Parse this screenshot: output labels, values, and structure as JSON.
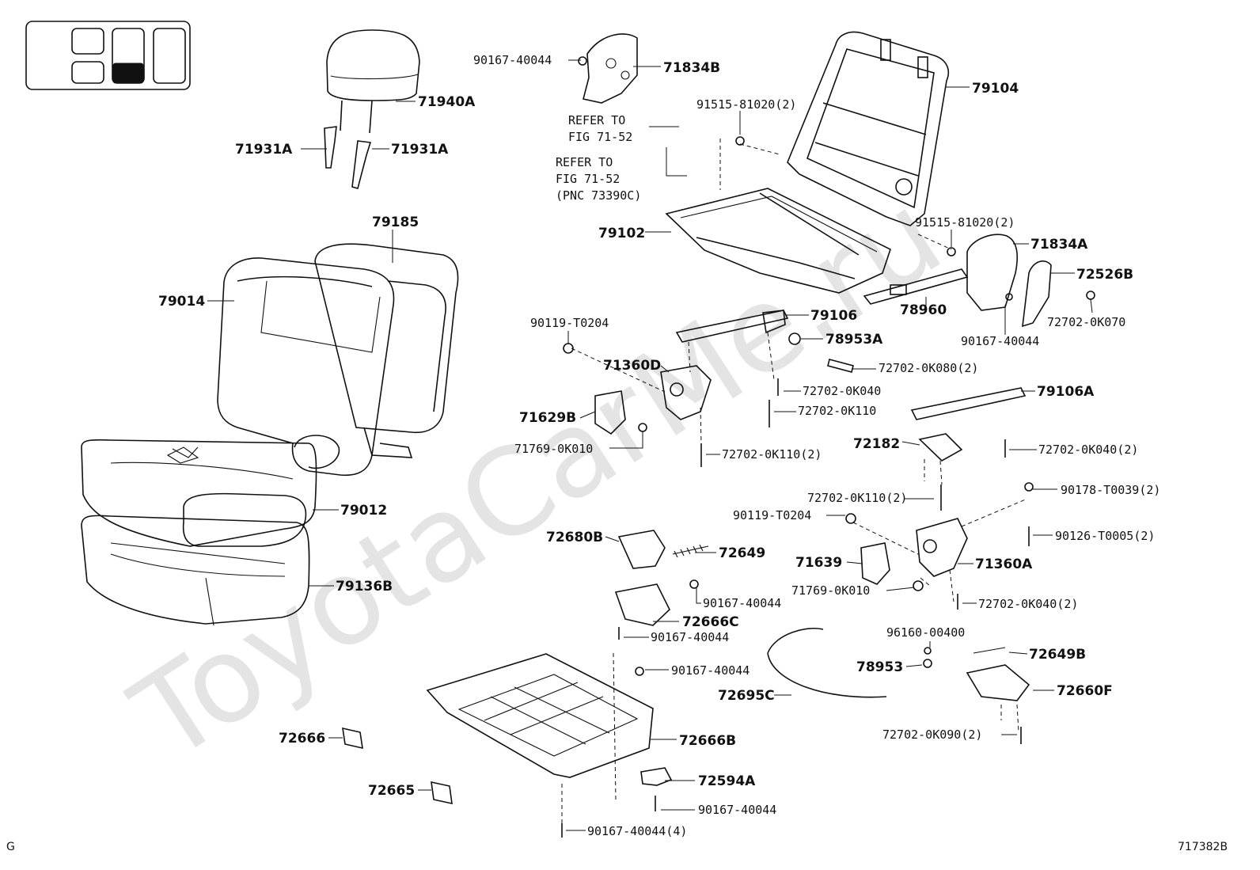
{
  "watermark": "ToyotaCarMe.ru",
  "diagram_code": "717382B",
  "corner_mark": "G",
  "locator_icon": "seat-position-indicator",
  "notes": {
    "refer1_line1": "REFER TO",
    "refer1_line2": "FIG 71-52",
    "refer2_line1": "REFER TO",
    "refer2_line2": "FIG 71-52",
    "refer2_line3": "(PNC 73390C)"
  },
  "labels": {
    "p71940A": "71940A",
    "p71931A_left": "71931A",
    "p71931A_right": "71931A",
    "p79185": "79185",
    "p79014": "79014",
    "p79012": "79012",
    "p79136B": "79136B",
    "p90167_40044_top": "90167-40044",
    "p71834B": "71834B",
    "p79104": "79104",
    "p91515_81020_top": "91515-81020(2)",
    "p79102": "79102",
    "p91515_81020_mid": "91515-81020(2)",
    "p71834A": "71834A",
    "p72526B": "72526B",
    "p78960": "78960",
    "p72702_0K070": "72702-0K070",
    "p90167_40044_r": "90167-40044",
    "p90119_T0204_top": "90119-T0204",
    "p79106": "79106",
    "p78953A": "78953A",
    "p71360D": "71360D",
    "p72702_0K080": "72702-0K080(2)",
    "p72702_0K040_a": "72702-0K040",
    "p71629B": "71629B",
    "p72702_0K110_a": "72702-0K110",
    "p71769_0K010_a": "71769-0K010",
    "p72702_0K110_b": "72702-0K110(2)",
    "p79106A": "79106A",
    "p72182": "72182",
    "p72702_0K040_b": "72702-0K040(2)",
    "p72702_0K110_c": "72702-0K110(2)",
    "p90178_T0039": "90178-T0039(2)",
    "p90119_T0204_mid": "90119-T0204",
    "p90126_T0005": "90126-T0005(2)",
    "p72680B": "72680B",
    "p72649": "72649",
    "p71639": "71639",
    "p71360A": "71360A",
    "p71769_0K010_b": "71769-0K010",
    "p90167_40044_a": "90167-40044",
    "p72702_0K040_c": "72702-0K040(2)",
    "p72666C": "72666C",
    "p90167_40044_b": "90167-40044",
    "p96160_00400": "96160-00400",
    "p72649B": "72649B",
    "p90167_40044_c": "90167-40044",
    "p78953": "78953",
    "p72695C": "72695C",
    "p72660F": "72660F",
    "p72666": "72666",
    "p72702_0K090": "72702-0K090(2)",
    "p72666B": "72666B",
    "p72665": "72665",
    "p72594A": "72594A",
    "p90167_40044_d": "90167-40044",
    "p90167_40044_e": "90167-40044(4)"
  }
}
